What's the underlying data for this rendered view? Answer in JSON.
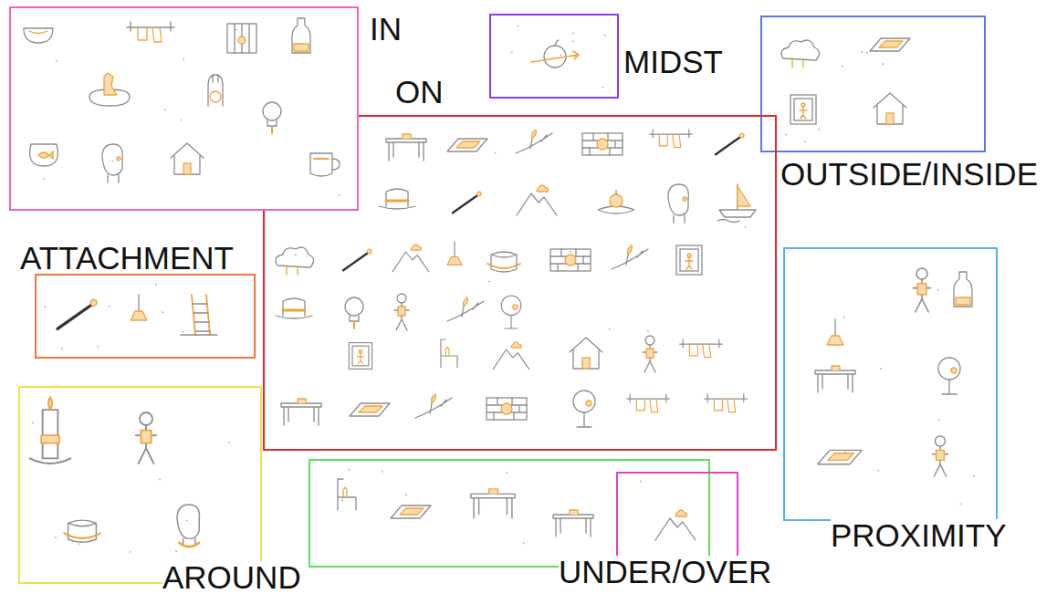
{
  "diagram": {
    "nodes": [
      {
        "text": [
          "IN"
        ]
      },
      {
        "text": [
          "MIDST"
        ]
      },
      {
        "text": [
          "OUTSIDE/INSIDE"
        ]
      },
      {
        "text": [
          "ON"
        ]
      },
      {
        "text": [
          "PROXIMITY"
        ]
      },
      {
        "text": [
          "ATTACHMENT"
        ]
      },
      {
        "text": [
          "AROUND"
        ]
      },
      {
        "text": [
          "UNDER/OVER"
        ]
      }
    ]
  }
}
